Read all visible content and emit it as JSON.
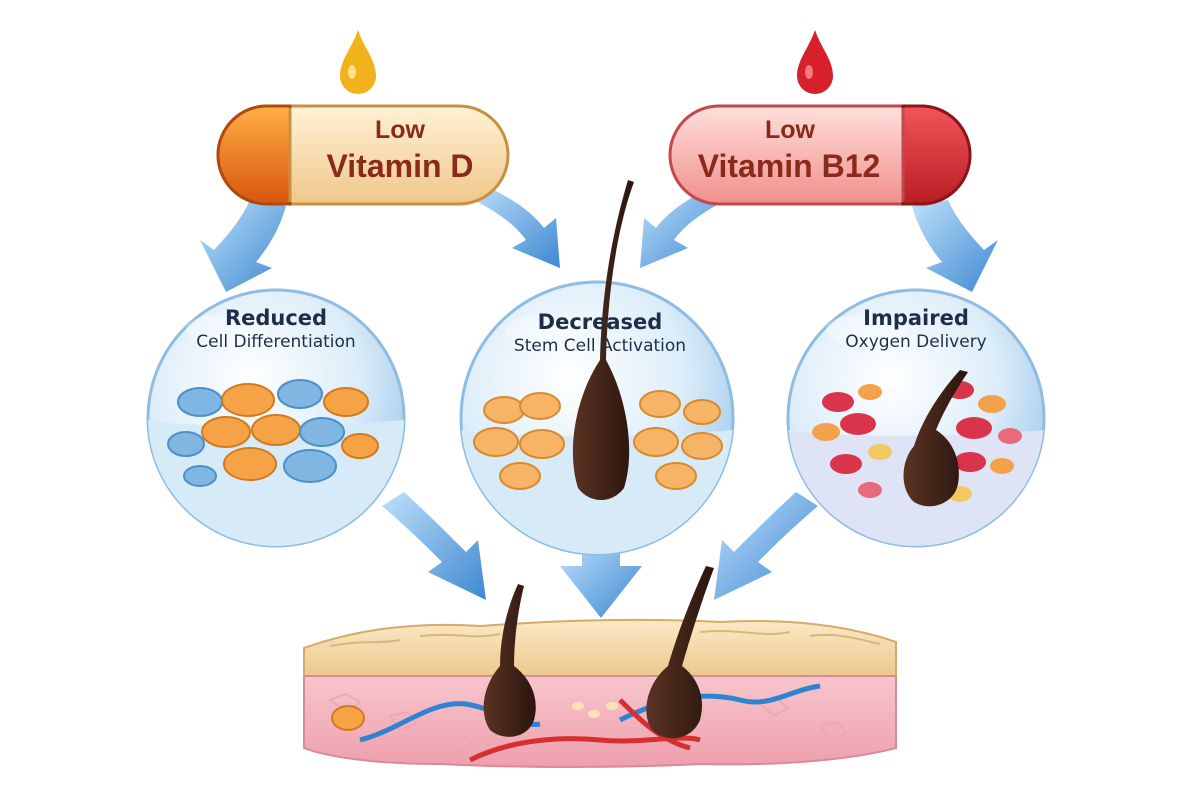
{
  "pills": [
    {
      "id": "vitd",
      "line1": "Low",
      "line2": "Vitamin D",
      "body_color": "#f6d9a8",
      "cap_color": "#ee7a1a",
      "drop_color": "#f2b21c"
    },
    {
      "id": "b12",
      "line1": "Low",
      "line2": "Vitamin B12",
      "body_color": "#f7b8b4",
      "cap_color": "#d52b2e",
      "drop_color": "#d6212b"
    }
  ],
  "bubbles": [
    {
      "id": "differentiation",
      "heading": "Reduced",
      "subheading": "Cell Differentiation"
    },
    {
      "id": "stem",
      "heading": "Decreased",
      "subheading": "Stem Cell Activation"
    },
    {
      "id": "oxygen",
      "heading": "Impaired",
      "subheading": "Oxygen Delivery"
    }
  ],
  "colors": {
    "arrow": "#5b9bd8",
    "bubble": "#cfe6f7",
    "cell_orange": "#f5a346",
    "cell_blue": "#7fb6e2",
    "cell_red": "#d9344c",
    "hair": "#3d2218",
    "skin_top": "#f4dcae",
    "skin_body": "#f5b9c2",
    "vein": "#2f83d0",
    "artery": "#d62f2f"
  }
}
